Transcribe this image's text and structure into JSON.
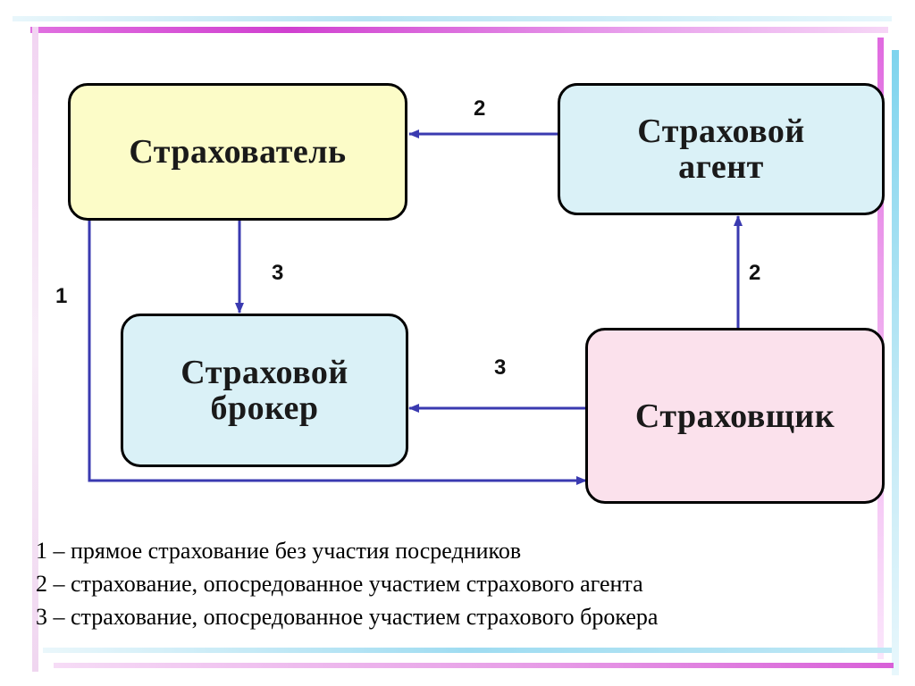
{
  "nodes": {
    "insured": "Страхователь",
    "agent": "Страховой\nагент",
    "broker": "Страховой\nброкер",
    "insurer": "Страховщик"
  },
  "edge_labels": {
    "agent_to_insured": "2",
    "insurer_to_agent": "2",
    "insured_to_broker": "3",
    "insurer_to_broker": "3",
    "insured_to_insurer": "1"
  },
  "legend": [
    "1 – прямое страхование без участия посредников",
    "2 – страхование, опосредованное участием страхового агента",
    "3 – страхование, опосредованное участием страхового брокера"
  ],
  "colors": {
    "insured_fill": "#fcfcc8",
    "agent_fill": "#daf1f7",
    "broker_fill": "#daf1f7",
    "insurer_fill": "#fbe1ec",
    "arrow": "#3a3ab0",
    "frame_magenta": "#d046d0",
    "frame_cyan": "#7fd4ee"
  }
}
